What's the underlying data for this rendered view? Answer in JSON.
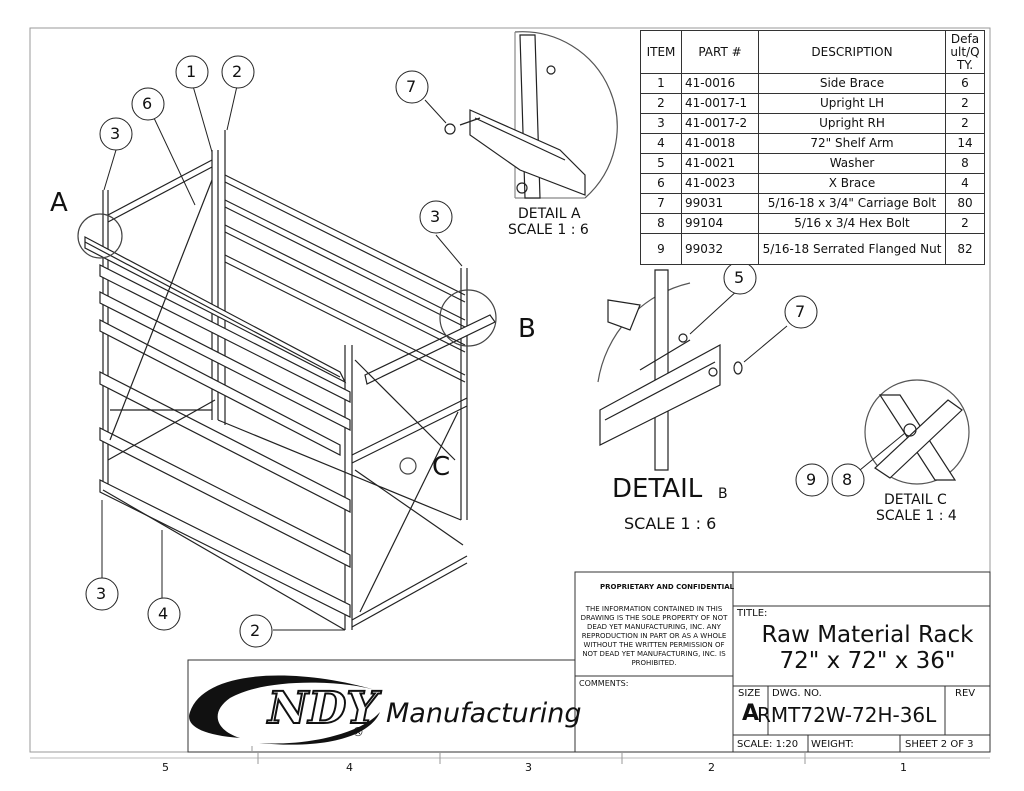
{
  "bom": {
    "headers": {
      "item": "ITEM",
      "part": "PART #",
      "desc": "DESCRIPTION",
      "qty": "Defa ult/Q TY."
    },
    "rows": [
      {
        "item": "1",
        "part": "41-0016",
        "desc": "Side Brace",
        "qty": "6"
      },
      {
        "item": "2",
        "part": "41-0017-1",
        "desc": "Upright LH",
        "qty": "2"
      },
      {
        "item": "3",
        "part": "41-0017-2",
        "desc": "Upright RH",
        "qty": "2"
      },
      {
        "item": "4",
        "part": "41-0018",
        "desc": "72\" Shelf Arm",
        "qty": "14"
      },
      {
        "item": "5",
        "part": "41-0021",
        "desc": "Washer",
        "qty": "8"
      },
      {
        "item": "6",
        "part": "41-0023",
        "desc": "X Brace",
        "qty": "4"
      },
      {
        "item": "7",
        "part": "99031",
        "desc": "5/16-18 x 3/4\" Carriage Bolt",
        "qty": "80"
      },
      {
        "item": "8",
        "part": "99104",
        "desc": "5/16 x 3/4 Hex Bolt",
        "qty": "2"
      },
      {
        "item": "9",
        "part": "99032",
        "desc": "5/16-18 Serrated Flanged Nut",
        "qty": "82"
      }
    ]
  },
  "balloons": {
    "b1": "1",
    "b2a": "2",
    "b6": "6",
    "b3a": "3",
    "b3b": "3",
    "b3c": "3",
    "b4": "4",
    "b2b": "2",
    "b7a": "7",
    "b5": "5",
    "b7b": "7",
    "b9": "9",
    "b8": "8"
  },
  "views": {
    "a_letter": "A",
    "b_letter": "B",
    "c_letter": "C",
    "detail_a": "DETAIL A",
    "detail_a_scale": "SCALE 1 : 6",
    "detail_b": "DETAIL",
    "detail_b_letter": "B",
    "detail_b_scale": "SCALE 1 : 6",
    "detail_c": "DETAIL C",
    "detail_c_scale": "SCALE 1 : 4"
  },
  "titleblock": {
    "proprietary_head": "PROPRIETARY AND CONFIDENTIAL",
    "proprietary_body": "THE INFORMATION CONTAINED IN THIS DRAWING IS THE SOLE PROPERTY OF NOT DEAD YET MANUFACTURING, INC. ANY REPRODUCTION IN PART OR AS A WHOLE WITHOUT THE WRITTEN PERMISSION OF NOT DEAD YET MANUFACTURING, INC. IS PROHIBITED.",
    "comments": "COMMENTS:",
    "title_label": "TITLE:",
    "title_line1": "Raw Material Rack",
    "title_line2": "72\" x 72\" x 36\"",
    "size_label": "SIZE",
    "size_value": "A",
    "dwg_label": "DWG. NO.",
    "dwg_value": "RMT72W-72H-36L",
    "rev_label": "REV",
    "scale": "SCALE: 1:20",
    "weight": "WEIGHT:",
    "sheet": "SHEET 2 OF 3"
  },
  "logo": {
    "brand": "NDY",
    "word": "Manufacturing",
    "reg": "®"
  },
  "zones": {
    "z5": "5",
    "z4": "4",
    "z3": "3",
    "z2": "2",
    "z1": "1"
  }
}
